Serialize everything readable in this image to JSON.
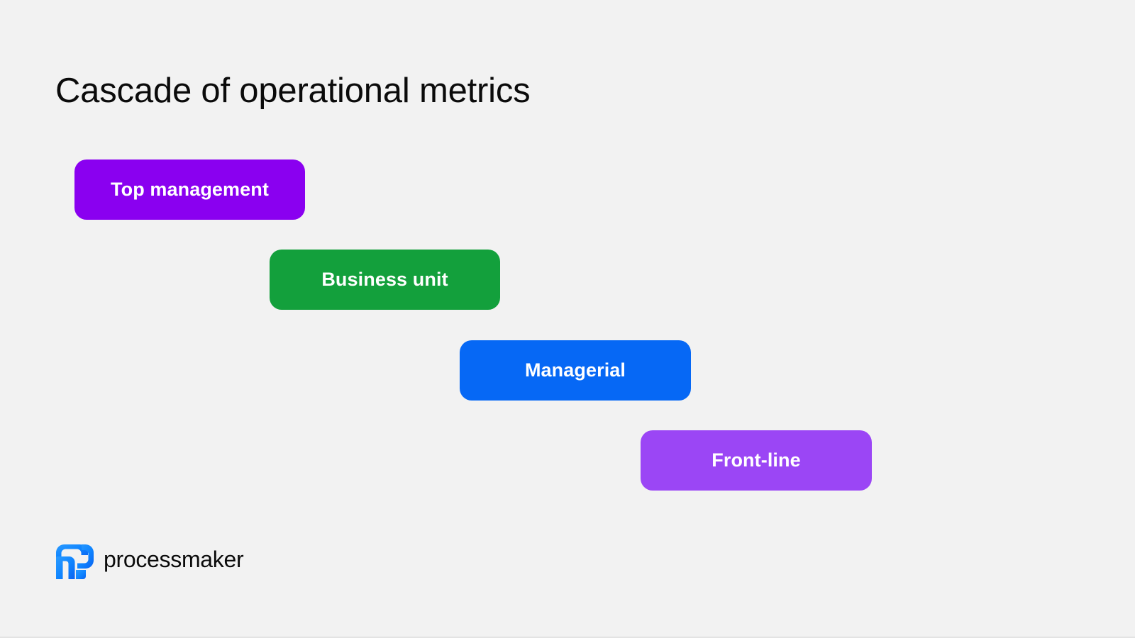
{
  "slide": {
    "background_color": "#f2f2f2",
    "title": "Cascade of operational metrics"
  },
  "cascade": {
    "steps": [
      {
        "label": "Top management",
        "color": "#8a00f0",
        "text_color": "#ffffff"
      },
      {
        "label": "Business unit",
        "color": "#13a03c",
        "text_color": "#ffffff"
      },
      {
        "label": "Managerial",
        "color": "#0668f5",
        "text_color": "#ffffff"
      },
      {
        "label": "Front-line",
        "color": "#9b46f5",
        "text_color": "#ffffff"
      }
    ]
  },
  "footer": {
    "logo_icon": "processmaker-logo-icon",
    "logo_text": "processmaker",
    "logo_color_start": "#1e90ff",
    "logo_color_end": "#0f6fff",
    "wordmark_color": "#0b0b0b"
  }
}
